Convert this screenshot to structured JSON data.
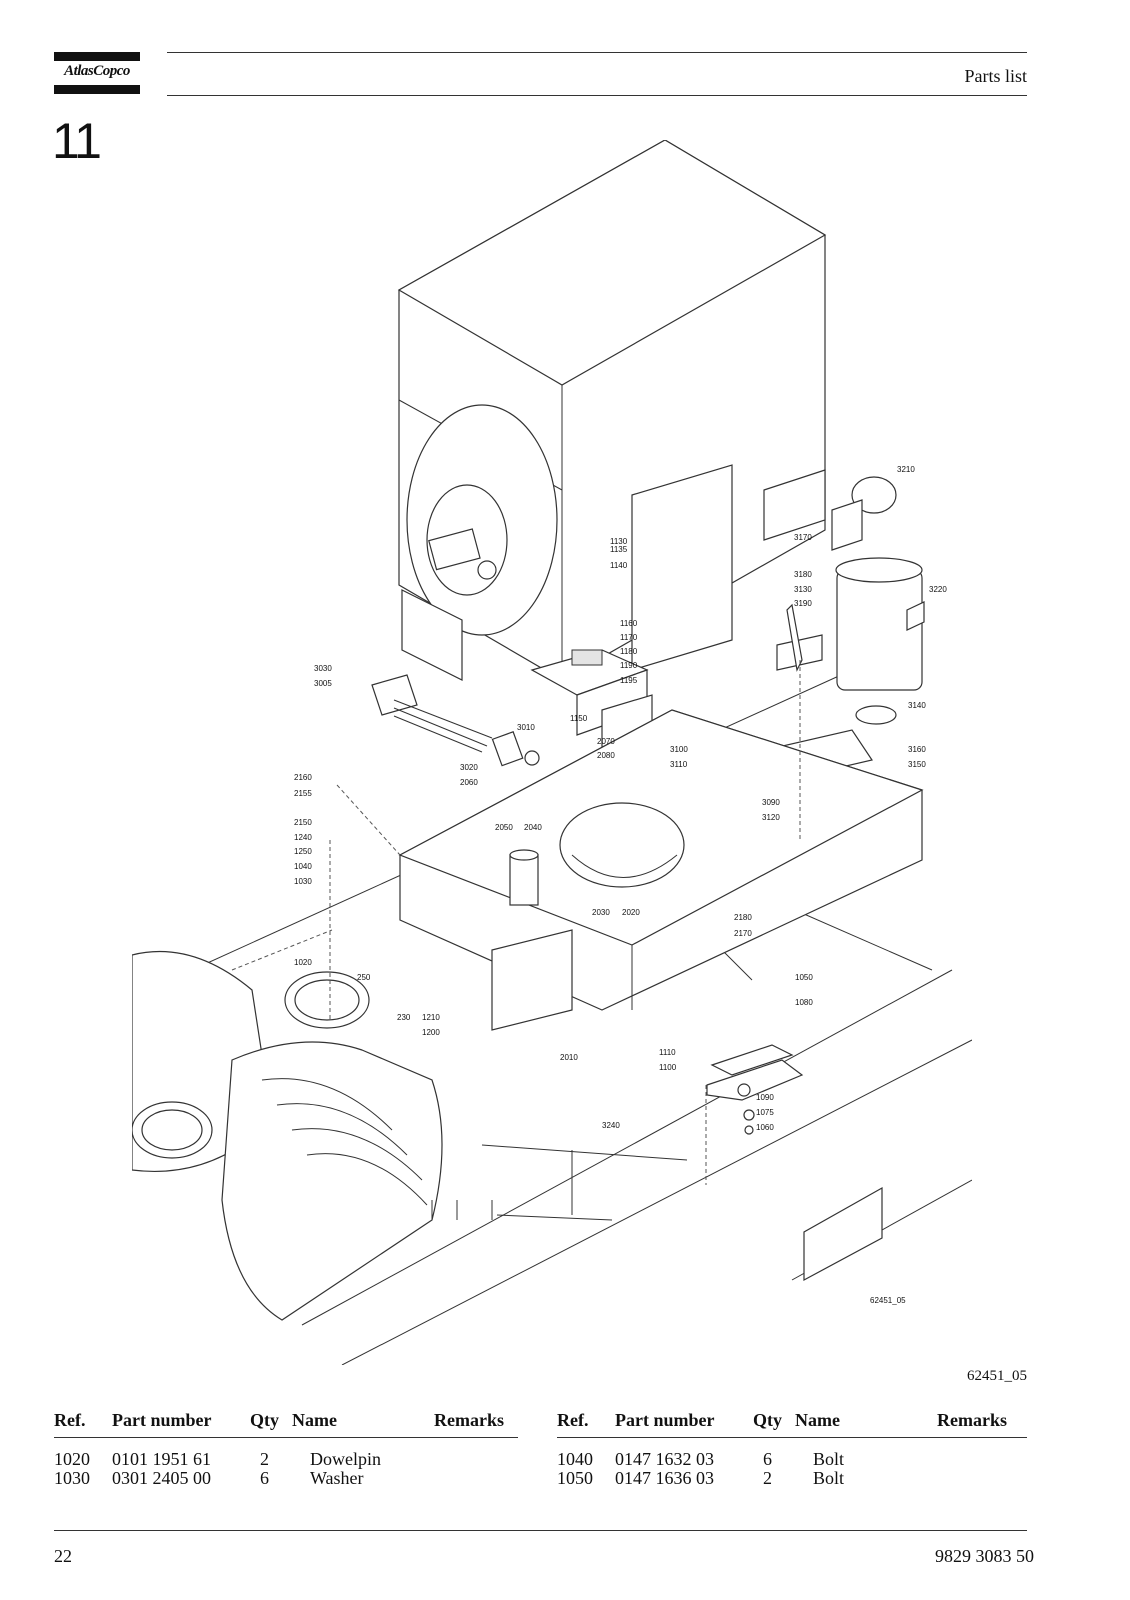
{
  "header": {
    "brand": "AtlasCopco",
    "section_title": "Parts list",
    "chapter_number": "11"
  },
  "figure": {
    "figure_id": "62451_05",
    "inner_id": "62451_05",
    "callouts": [
      "3210",
      "1130",
      "1135",
      "1140",
      "3170",
      "3180",
      "3130",
      "3190",
      "3220",
      "1160",
      "1170",
      "1180",
      "1190",
      "1195",
      "3030",
      "3005",
      "1150",
      "3010",
      "2070",
      "2080",
      "3020",
      "2060",
      "3100",
      "3110",
      "3140",
      "3160",
      "3150",
      "3090",
      "3120",
      "2160",
      "2155",
      "2150",
      "1240",
      "1250",
      "1040",
      "1030",
      "2050",
      "2040",
      "2030",
      "2020",
      "2180",
      "2170",
      "1020",
      "250",
      "1210",
      "1200",
      "1050",
      "1080",
      "2010",
      "1110",
      "1100",
      "1090",
      "1075",
      "1060",
      "3240",
      "230"
    ]
  },
  "table": {
    "headers": {
      "ref": "Ref.",
      "part_number": "Part number",
      "qty": "Qty",
      "name": "Name",
      "remarks": "Remarks"
    },
    "left_rows": [
      {
        "ref": "1020",
        "part_number": "0101 1951 61",
        "qty": "2",
        "name": "Dowelpin",
        "remarks": ""
      },
      {
        "ref": "1030",
        "part_number": "0301 2405 00",
        "qty": "6",
        "name": "Washer",
        "remarks": ""
      }
    ],
    "right_rows": [
      {
        "ref": "1040",
        "part_number": "0147 1632 03",
        "qty": "6",
        "name": "Bolt",
        "remarks": ""
      },
      {
        "ref": "1050",
        "part_number": "0147 1636 03",
        "qty": "2",
        "name": "Bolt",
        "remarks": ""
      }
    ]
  },
  "footer": {
    "page_number": "22",
    "doc_number": "9829 3083 50"
  }
}
